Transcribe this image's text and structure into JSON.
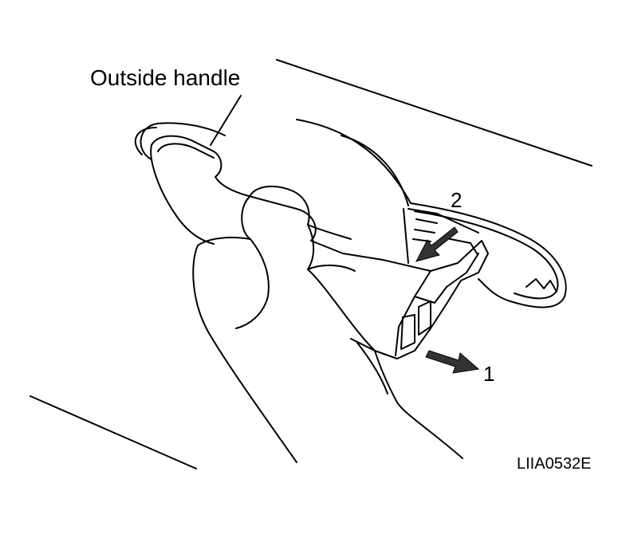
{
  "labels": {
    "outside_handle": "Outside handle",
    "step_1": "1",
    "step_2": "2",
    "figure_code": "LIIA0532E"
  },
  "colors": {
    "line": "#000000",
    "background": "#ffffff",
    "arrow_fill": "#333333"
  },
  "icons": {
    "hand": "hand-illustration",
    "handle": "door-handle-illustration",
    "arrow_pull": "arrow-right-icon",
    "arrow_push": "arrow-down-left-icon"
  }
}
